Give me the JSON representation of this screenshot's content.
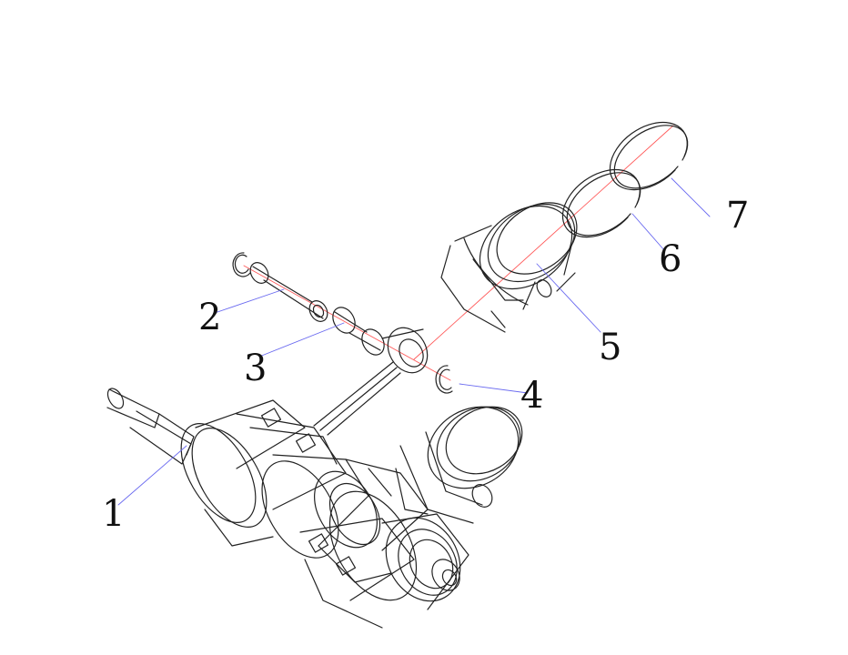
{
  "diagram": {
    "type": "exploded-parts-view",
    "colors": {
      "outline": "#222222",
      "leader": "#6a6af0",
      "axis": "#ff5a5a",
      "background": "#ffffff"
    },
    "callouts": [
      {
        "id": "1",
        "label": "1",
        "part": "crankshaft"
      },
      {
        "id": "2",
        "label": "2",
        "part": "piston-pin"
      },
      {
        "id": "3",
        "label": "3",
        "part": "needle-bearing"
      },
      {
        "id": "4",
        "label": "4",
        "part": "circlip"
      },
      {
        "id": "5",
        "label": "5",
        "part": "piston"
      },
      {
        "id": "6",
        "label": "6",
        "part": "piston-ring-lower"
      },
      {
        "id": "7",
        "label": "7",
        "part": "piston-ring-upper"
      }
    ]
  }
}
